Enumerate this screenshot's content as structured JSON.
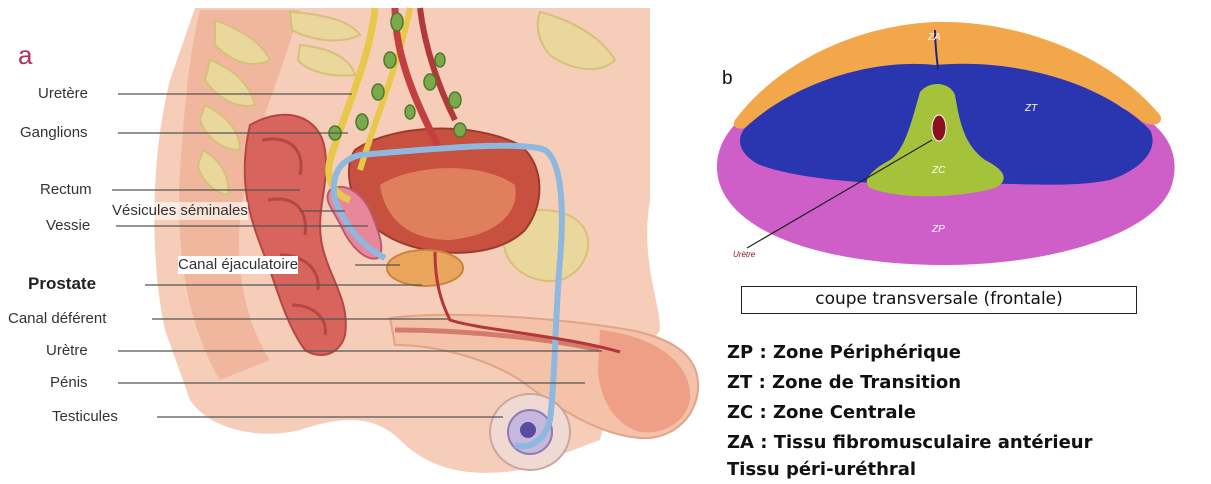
{
  "panel_a": {
    "letter": "a",
    "labels": {
      "uretere": "Uretère",
      "ganglions": "Ganglions",
      "rectum": "Rectum",
      "vesicules": "Vésicules séminales",
      "vessie": "Vessie",
      "canal_ejac": "Canal éjaculatoire",
      "prostate": "Prostate",
      "canal_def": "Canal déférent",
      "uretre": "Urètre",
      "penis": "Pénis",
      "testicules": "Testicules"
    }
  },
  "panel_b": {
    "letter": "b",
    "zones": {
      "za": "ZA",
      "zt": "ZT",
      "zc": "ZC",
      "zp": "ZP"
    },
    "uretre_label": "Urètre",
    "caption": "coupe transversale (frontale)",
    "colors": {
      "za": "#f2a74a",
      "zt": "#2a35b0",
      "zc": "#a4c23a",
      "zp": "#cf5fc8",
      "uretre": "#8a1020"
    }
  },
  "legend": [
    "ZP : Zone Périphérique",
    "ZT : Zone de Transition",
    "ZC : Zone Centrale",
    "ZA : Tissu fibromusculaire antérieur",
    "Tissu péri-uréthral"
  ]
}
